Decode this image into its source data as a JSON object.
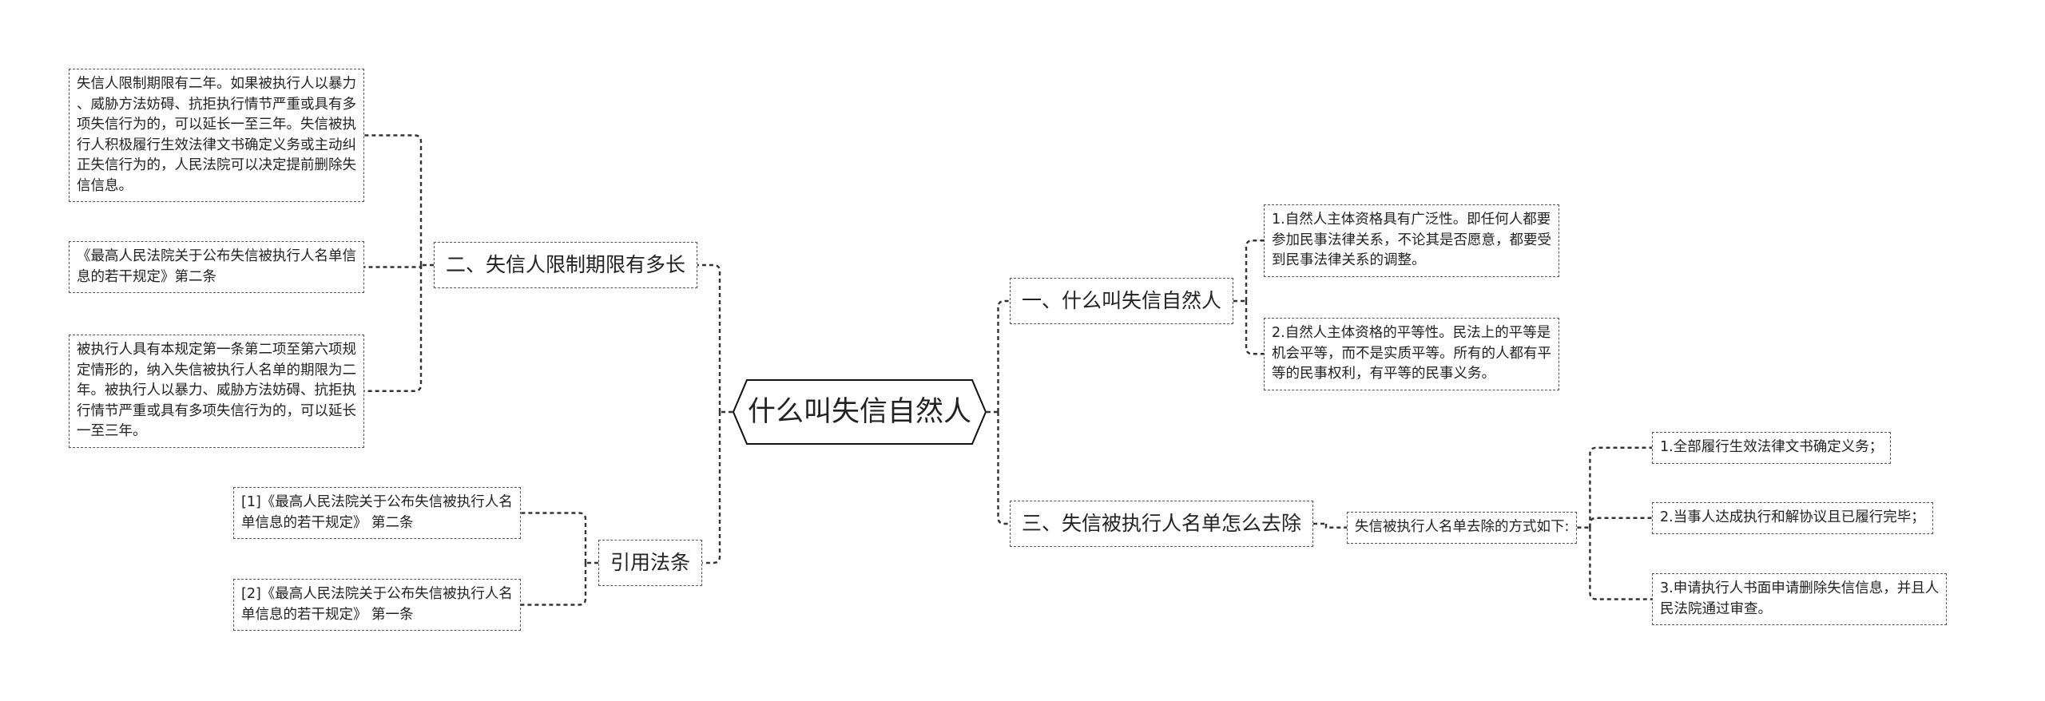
{
  "root": {
    "label": "什么叫失信自然人"
  },
  "right_branches": [
    {
      "label": "一、什么叫失信自然人",
      "children": [
        "1.自然人主体资格具有广泛性。即任何人都要\n参加民事法律关系，不论其是否愿意，都要受\n到民事法律关系的调整。",
        "2.自然人主体资格的平等性。民法上的平等是\n机会平等，而不是实质平等。所有的人都有平\n等的民事权利，有平等的民事义务。"
      ]
    },
    {
      "label": "三、失信被执行人名单怎么去除",
      "sub_label": "失信被执行人名单去除的方式如下:",
      "children": [
        "1.全部履行生效法律文书确定义务；",
        "2.当事人达成执行和解协议且已履行完毕；",
        "3.申请执行人书面申请删除失信信息，并且人\n民法院通过审查。"
      ]
    }
  ],
  "left_branches": [
    {
      "label": "二、失信人限制期限有多长",
      "children": [
        "失信人限制期限有二年。如果被执行人以暴力\n、威胁方法妨碍、抗拒执行情节严重或具有多\n项失信行为的，可以延长一至三年。失信被执\n行人积极履行生效法律文书确定义务或主动纠\n正失信行为的，人民法院可以决定提前删除失\n信信息。",
        "《最高人民法院关于公布失信被执行人名单信\n息的若干规定》第二条",
        "被执行人具有本规定第一条第二项至第六项规\n定情形的，纳入失信被执行人名单的期限为二\n年。被执行人以暴力、威胁方法妨碍、抗拒执\n行情节严重或具有多项失信行为的，可以延长\n一至三年。"
      ]
    },
    {
      "label": "引用法条",
      "children": [
        "[1]《最高人民法院关于公布失信被执行人名\n单信息的若干规定》 第二条",
        "[2]《最高人民法院关于公布失信被执行人名\n单信息的若干规定》 第一条"
      ]
    }
  ],
  "colors": {
    "line": "#333333",
    "border": "#555555",
    "text": "#222222",
    "background": "#ffffff"
  }
}
